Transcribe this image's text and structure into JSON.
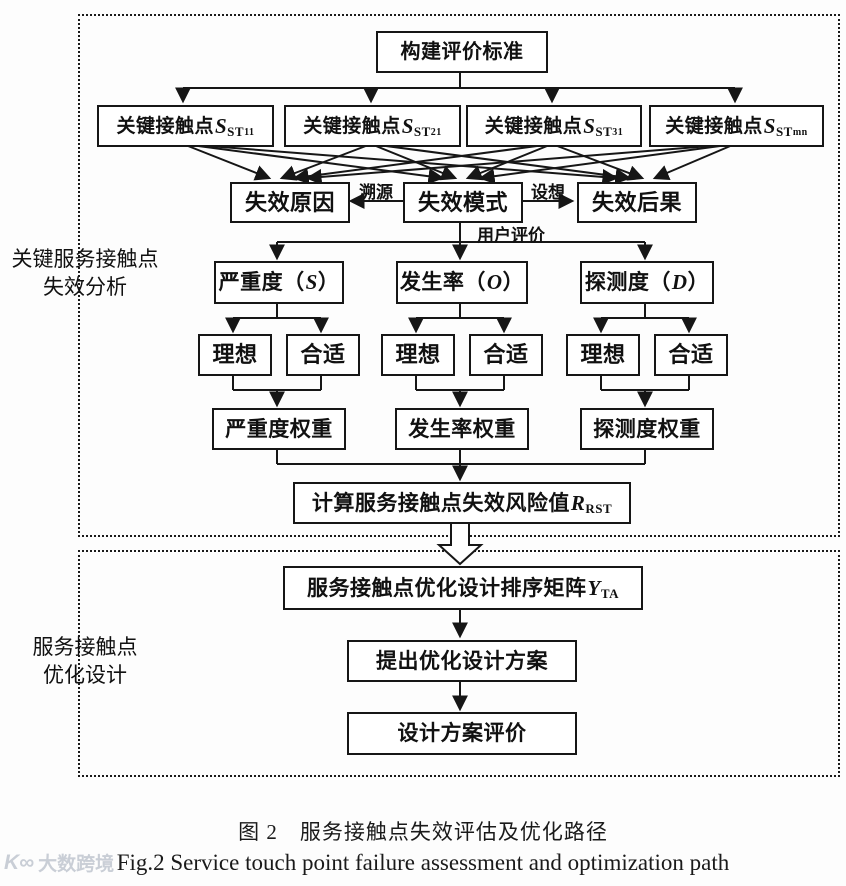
{
  "sections": {
    "analysis_label": {
      "line1": "关键服务接触点",
      "line2": "失效分析"
    },
    "optimize_label": {
      "line1": "服务接触点",
      "line2": "优化设计"
    }
  },
  "nodes": {
    "build": "构建评价标准",
    "touchpoints": [
      {
        "label": "关键接触点",
        "var": "S",
        "sub": "ST",
        "idx": "11"
      },
      {
        "label": "关键接触点",
        "var": "S",
        "sub": "ST",
        "idx": "21"
      },
      {
        "label": "关键接触点",
        "var": "S",
        "sub": "ST",
        "idx": "31"
      },
      {
        "label": "关键接触点",
        "var": "S",
        "sub": "ST",
        "idx": "mn"
      }
    ],
    "cause": "失效原因",
    "mode": "失效模式",
    "consequence": "失效后果",
    "edge_trace": "溯源",
    "edge_assume": "设想",
    "edge_user_eval": "用户评价",
    "factors": [
      {
        "pre": "严重度（",
        "var": "S",
        "post": "）"
      },
      {
        "pre": "发生率（",
        "var": "O",
        "post": "）"
      },
      {
        "pre": "探测度（",
        "var": "D",
        "post": "）"
      }
    ],
    "ideal": "理想",
    "suitable": "合适",
    "weights": [
      "严重度权重",
      "发生率权重",
      "探测度权重"
    ],
    "risk": {
      "label": "计算服务接触点失效风险值",
      "var": "R",
      "sub": "RST"
    },
    "matrix": {
      "label": "服务接触点优化设计排序矩阵",
      "var": "Y",
      "sub": "TA"
    },
    "propose": "提出优化设计方案",
    "evaluate": "设计方案评价"
  },
  "caption": {
    "zh": "图 2　服务接触点失效评估及优化路径",
    "en": "Fig.2 Service touch point failure assessment and optimization path"
  },
  "watermark": {
    "logo": "K∞",
    "text": "大数跨境"
  },
  "colors": {
    "line": "#161616",
    "text": "#111111",
    "background": "#fdfdfd"
  }
}
